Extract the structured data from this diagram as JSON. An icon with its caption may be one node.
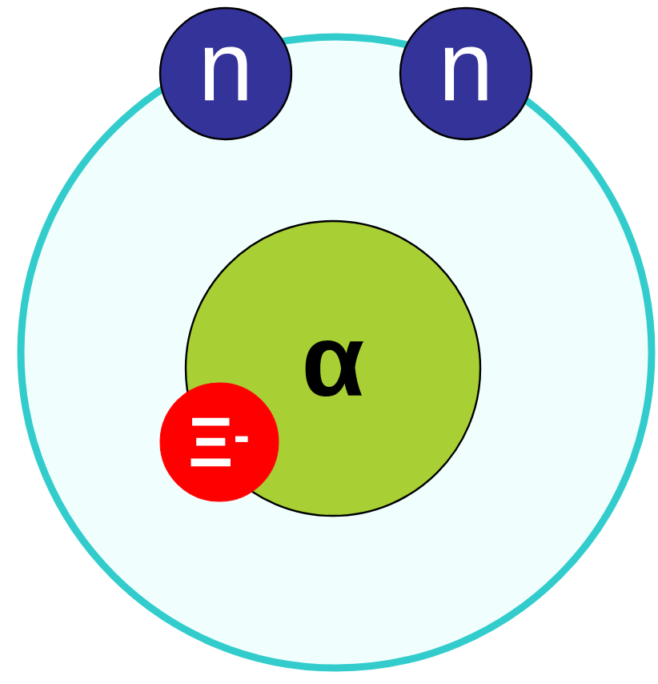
{
  "diagram": {
    "nodes": [
      {
        "text": [],
        "shape": "circle"
      },
      {
        "text": [
          "n"
        ]
      },
      {
        "text": [
          "n"
        ]
      },
      {
        "text": [
          "α"
        ],
        "in": 0
      },
      {
        "text": [
          "Ξ$^{-}$"
        ],
        "in": 0
      }
    ]
  }
}
